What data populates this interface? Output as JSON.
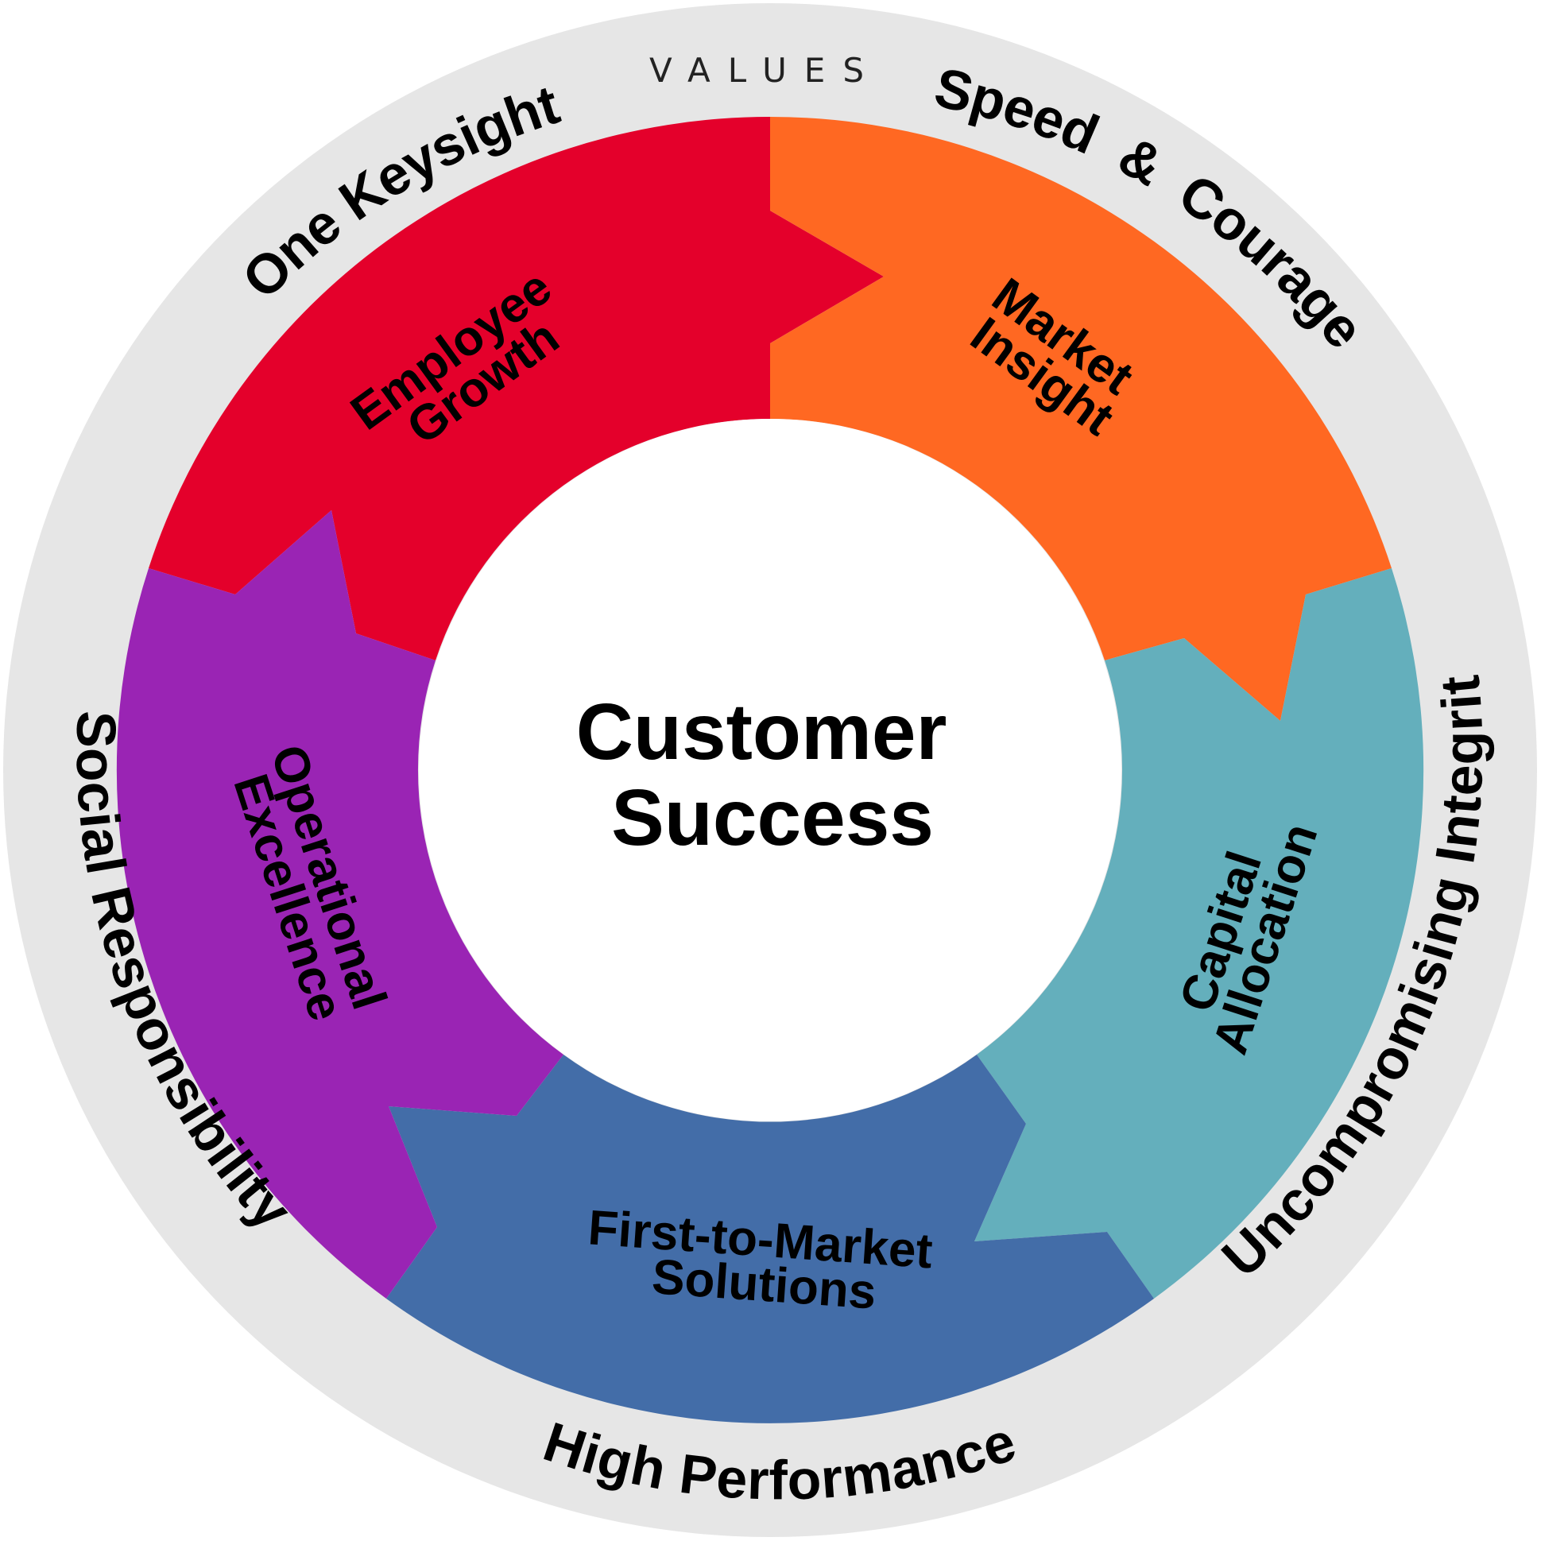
{
  "header": "VALUES",
  "center": {
    "line1": "Customer",
    "line2": "Success"
  },
  "values": [
    "One Keysight",
    "Speed  &  Courage",
    "Uncompromising Integrity",
    "High Performance",
    "Social Responsibility"
  ],
  "segments": [
    {
      "id": "employee-growth",
      "line1": "Employee",
      "line2": "Growth",
      "color": "#E4002B"
    },
    {
      "id": "market-insight",
      "line1": "Market",
      "line2": "Insight",
      "color": "#FF6822"
    },
    {
      "id": "capital-allocation",
      "line1": "Capital",
      "line2": "Allocation",
      "color": "#64AFBC"
    },
    {
      "id": "first-to-market",
      "line1": "First-to-Market",
      "line2": "Solutions",
      "color": "#436DA8"
    },
    {
      "id": "operational-excellence",
      "line1": "Operational",
      "line2": "Excellence",
      "color": "#9A24B4"
    }
  ],
  "colors": {
    "outer_ring": "#E6E6E6",
    "center": "#FFFFFF"
  }
}
